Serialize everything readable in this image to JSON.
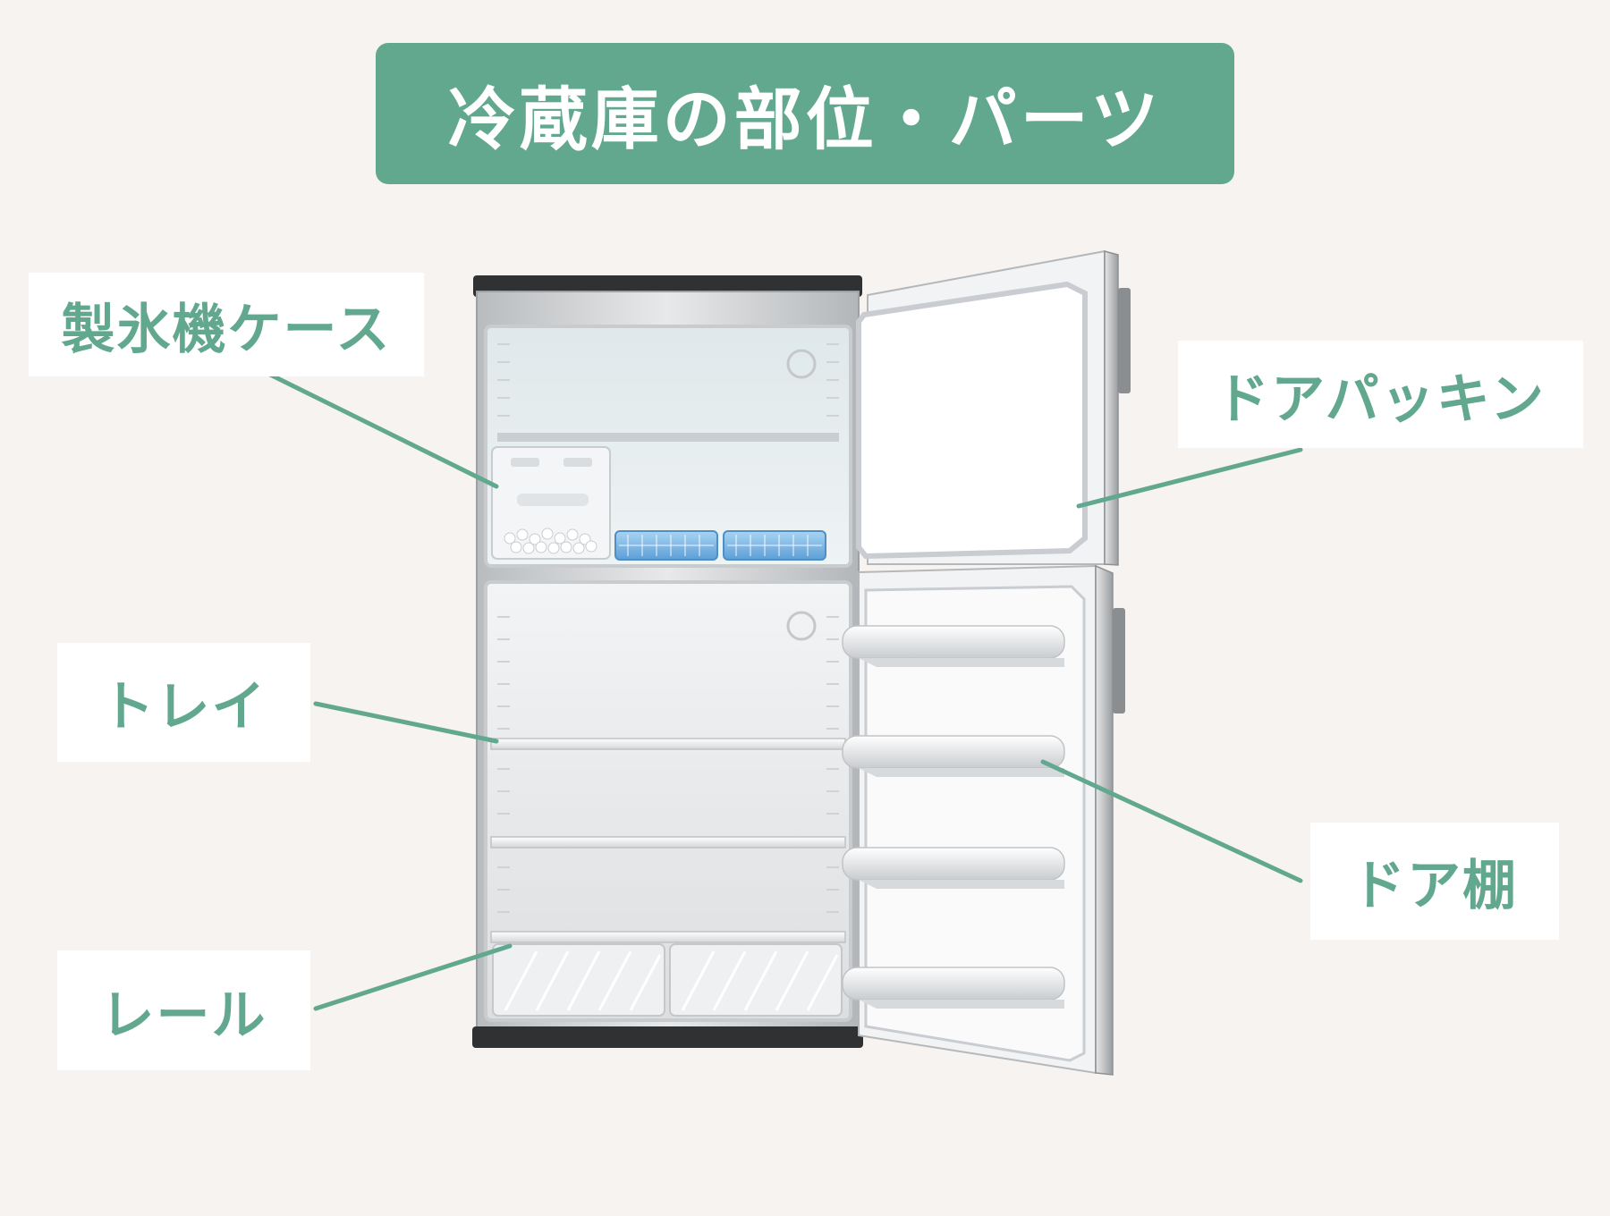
{
  "colors": {
    "background": "#f7f3f0",
    "accent": "#62a88f",
    "label_text": "#62a88f",
    "title_text": "#ffffff"
  },
  "title": "冷蔵庫の部位・パーツ",
  "labels": {
    "ice_case": "製氷機ケース",
    "door_seal": "ドアパッキン",
    "tray": "トレイ",
    "door_shelf": "ドア棚",
    "rail": "レール"
  }
}
